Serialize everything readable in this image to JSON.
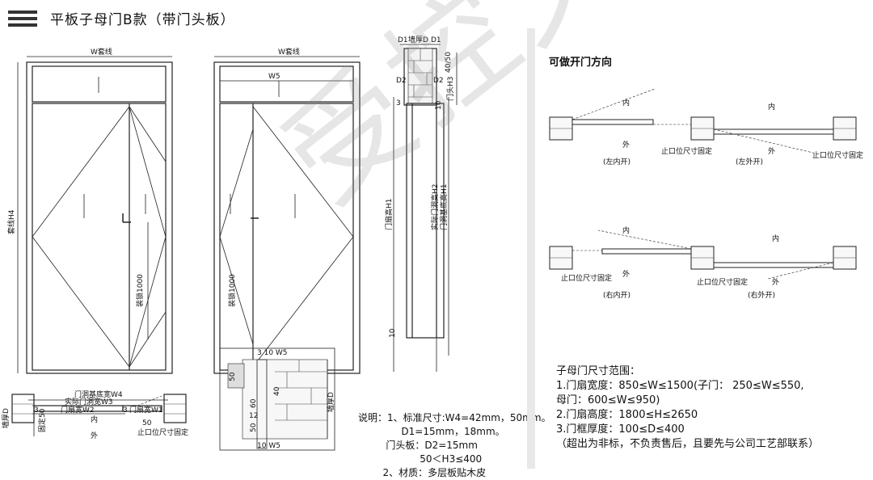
{
  "title": "平板子母门B款（带门头板）",
  "watermark": "受控文件",
  "elevation_left": {
    "top_label": "W套线",
    "height_label": "套线H4",
    "handle_label": "装锁1000"
  },
  "elevation_right": {
    "top_label": "W套线",
    "width_label": "W5",
    "handle_label": "装锁1000"
  },
  "section": {
    "top_labels": [
      "D1",
      "墙厚D",
      "D1"
    ],
    "d2_left": "D2",
    "d2_right": "D2",
    "dim_40_50": "40/50",
    "h3": "门头H3",
    "dim_3": "3",
    "dim_10a": "10",
    "dim_10b": "10",
    "h1": "门扇高H1",
    "h2_a": "实际门洞高H2",
    "h2_b": "门洞基底高H1"
  },
  "plan_left": {
    "w4": "门洞基底宽W4",
    "w3": "实际门洞宽W3",
    "w2": "门扇宽W2",
    "w1": "门扇宽W1",
    "dim_3a": "3",
    "dim_3b": "3",
    "dim_50": "50",
    "inner": "内",
    "outer": "外",
    "wall": "墙厚D",
    "fix": "固定50",
    "stop": "止口位尺寸固定"
  },
  "detail": {
    "top": "3 10 W5",
    "dim_50": "50",
    "dim_40": "40",
    "dim_60": "60",
    "dim_12": "12",
    "dim_50b": "50",
    "wall": "墙厚D",
    "bottom": "10 W5"
  },
  "notes": [
    "说明：1、标准尺寸:W4=42mm，50mm。",
    "              D1=15mm，18mm。",
    "         门头板：D2=15mm",
    "                    50＜H3≤400",
    "        2、材质：多层板贴木皮"
  ],
  "right_panel": {
    "title": "可做开门方向",
    "diagrams": [
      {
        "inner": "内",
        "outer": "外",
        "stop": "止口位尺寸固定",
        "caption": "(左内开)"
      },
      {
        "inner": "内",
        "outer": "外",
        "stop": "止口位尺寸固定",
        "caption": "(左外开)"
      },
      {
        "inner": "内",
        "outer": "外",
        "stop": "止口位尺寸固定",
        "caption": "(右内开)"
      },
      {
        "inner": "内",
        "outer": "外",
        "stop": "止口位尺寸固定",
        "caption": "(右外开)"
      }
    ],
    "spec_lines": [
      "子母门尺寸范围：",
      "1.门扇宽度：850≤W≤1500(子门： 250≤W≤550,",
      "母门：600≤W≤950)",
      "2.门扇高度：1800≤H≤2650",
      "3.门框厚度：100≤D≤400",
      "（超出为非标，不负责售后，且要先与公司工艺部联系）"
    ]
  }
}
